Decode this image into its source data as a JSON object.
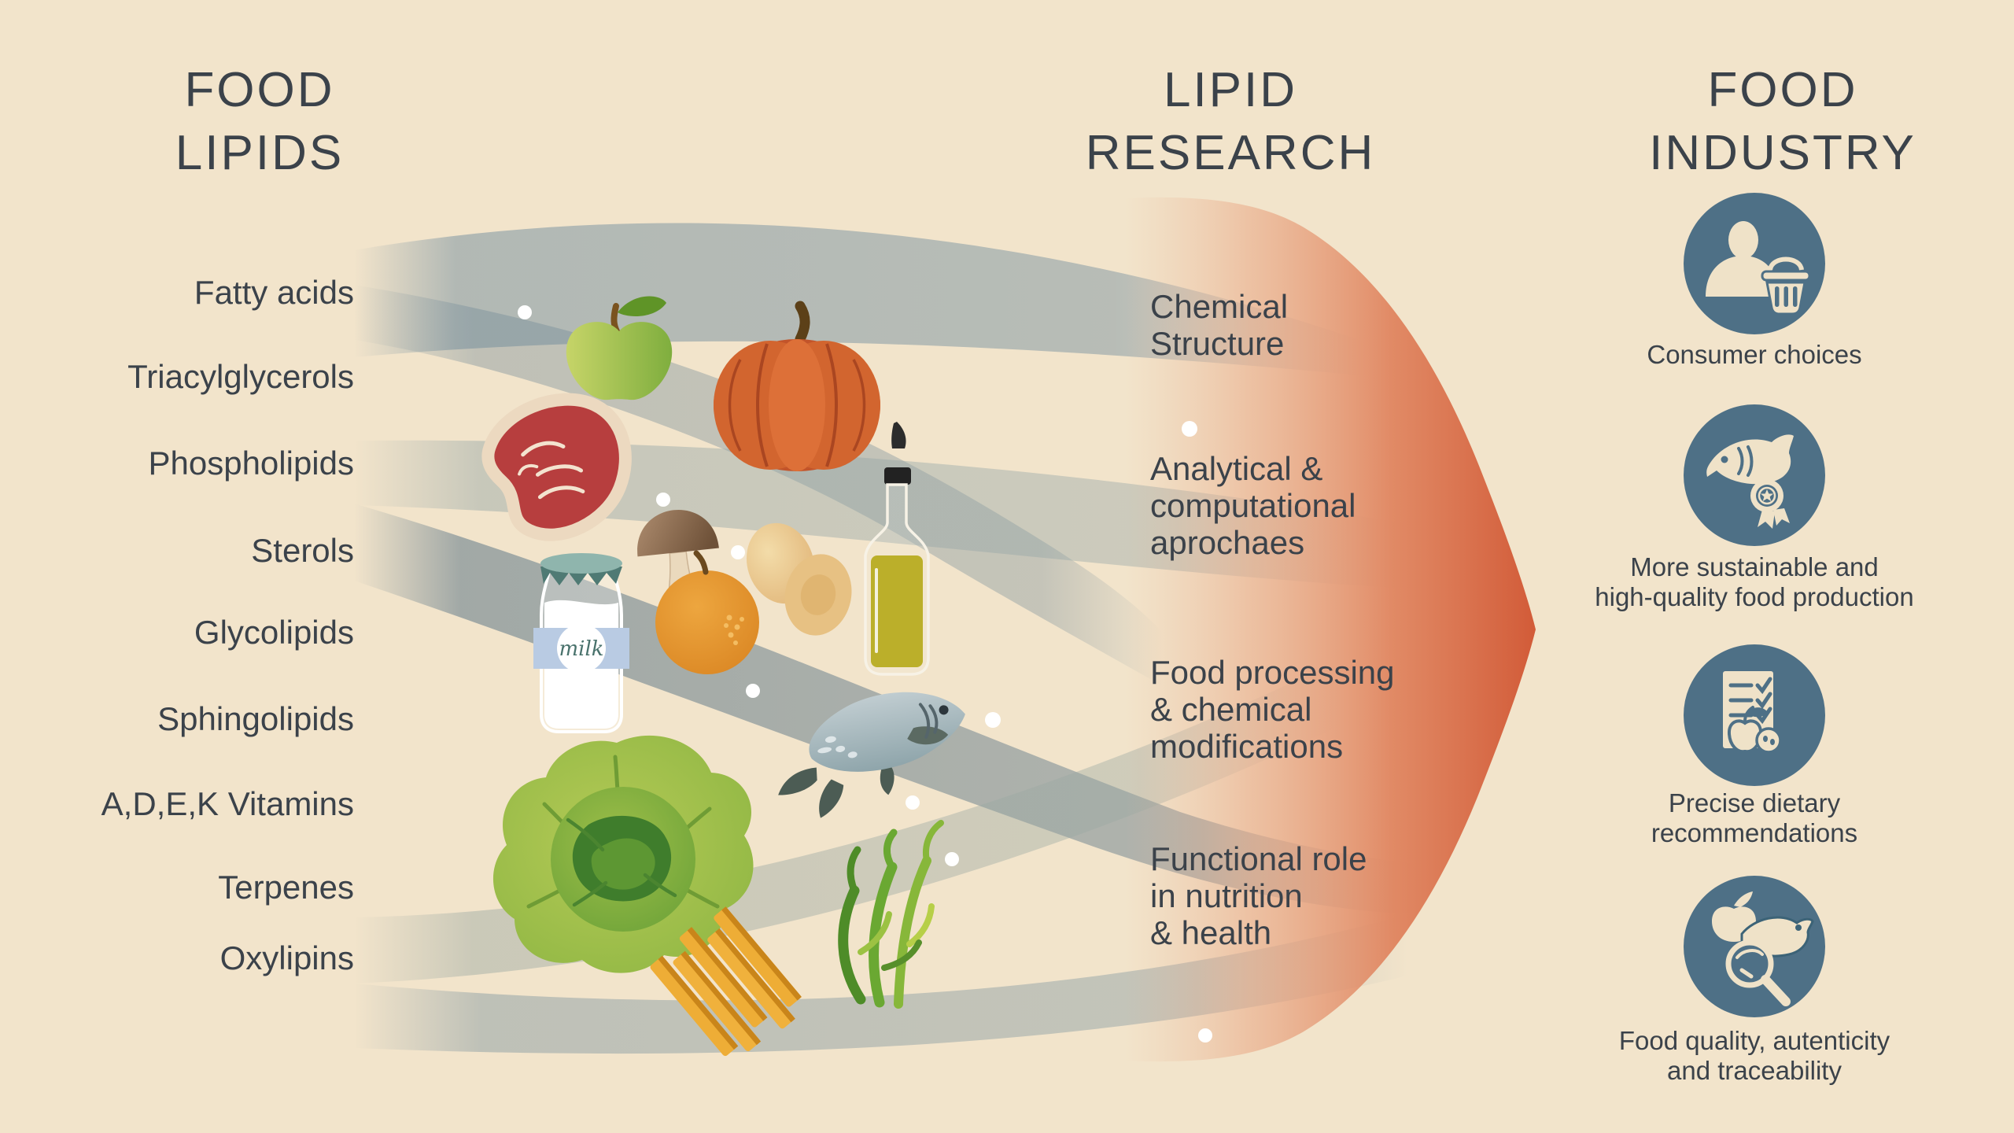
{
  "colors": {
    "background": "#f2e4cb",
    "heading_text": "#3b424a",
    "body_text": "#3b424a",
    "circle_teal": "#4e7086",
    "icon_cream": "#efe2c8",
    "arrow_red": "#d25b38",
    "ribbon_slate": "#6e8494",
    "dot_white": "#ffffff"
  },
  "food_lipids": {
    "title": "FOOD\nLIPIDS",
    "items": [
      "Fatty acids",
      "Triacylglycerols",
      "Phospholipids",
      "Sterols",
      "Glycolipids",
      "Sphingolipids",
      "A,D,E,K Vitamins",
      "Terpenes",
      "Oxylipins"
    ]
  },
  "lipid_research": {
    "title": "LIPID\nRESEARCH",
    "items": [
      "Chemical\nStructure",
      "Analytical &\ncomputational\naprochaes",
      "Food processing\n& chemical\nmodifications",
      "Functional role\nin nutrition\n& health"
    ]
  },
  "food_industry": {
    "title": "FOOD\nINDUSTRY",
    "items": [
      {
        "icon": "consumer-basket-icon",
        "label": "Consumer choices"
      },
      {
        "icon": "fish-quality-award-icon",
        "label": "More sustainable and\nhigh-quality food production"
      },
      {
        "icon": "dietary-checklist-icon",
        "label": "Precise dietary\nrecommendations"
      },
      {
        "icon": "food-magnifier-icon",
        "label": "Food quality, autenticity\nand traceability"
      }
    ]
  },
  "milk_bottle": {
    "label": "milk"
  },
  "illustrations": [
    "green-apple",
    "pumpkin",
    "meat-steak",
    "mushroom",
    "eggs",
    "olive-oil-bottle",
    "milk-bottle",
    "orange",
    "fish",
    "cabbage",
    "french-fries",
    "seaweed"
  ]
}
